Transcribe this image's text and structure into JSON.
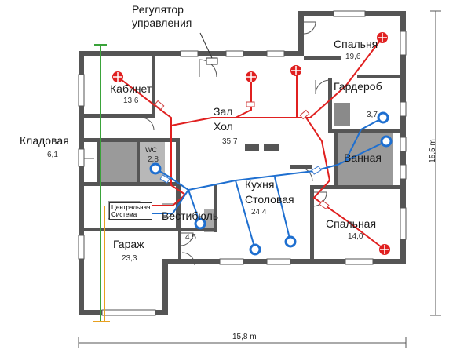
{
  "annotations": {
    "regulator": [
      "Регулятор",
      "управления"
    ],
    "central_system": [
      "Центральная",
      "Система"
    ]
  },
  "rooms": {
    "kabinet": {
      "name": "Кабинет",
      "area": "13,6"
    },
    "spalnya_top": {
      "name": "Спальня",
      "area": "19,6"
    },
    "garderob": {
      "name": "Гардероб",
      "area": "3,7"
    },
    "zal": {
      "name": [
        "Зал",
        "Хол"
      ],
      "area": "35,7"
    },
    "kladovaya": {
      "name": "Кладовая",
      "area": "6,1"
    },
    "wc": {
      "name": "WC",
      "area": "2,8"
    },
    "vannaya": {
      "name": "Ванная"
    },
    "kukhnya": {
      "name": [
        "Кухня",
        "Столовая"
      ],
      "area": "24,4"
    },
    "vestibyul": {
      "name": "Вестибюль"
    },
    "spalnya_bottom": {
      "name": "Спальная",
      "area": "14,0"
    },
    "garazh": {
      "name": "Гараж",
      "area": "23,3"
    },
    "small_room": {
      "area": "4,5"
    }
  },
  "dimensions": {
    "width": "15,8 m",
    "height": "15,5 m"
  },
  "colors": {
    "wall": "#555555",
    "supply_line": "#e02020",
    "exhaust_line": "#1e6fd0",
    "ground_line": "#3aa33a",
    "gas_line": "#e8a020",
    "storage_fill": "#9a9a9a"
  },
  "icons": {
    "supply_vent": "red-supply-diffuser-icon",
    "exhaust_vent": "blue-exhaust-valve-icon",
    "damper": "damper-icon"
  }
}
